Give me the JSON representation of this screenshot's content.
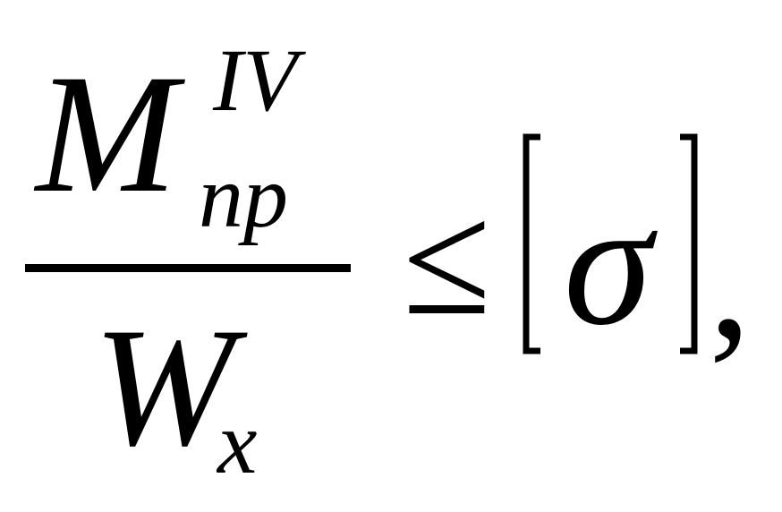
{
  "formula": {
    "numerator": {
      "base": "M",
      "superscript": "IV",
      "subscript": "np"
    },
    "denominator": {
      "base": "W",
      "subscript": "x"
    },
    "relation": "≤",
    "bracket_content": "σ",
    "trailing": ","
  }
}
